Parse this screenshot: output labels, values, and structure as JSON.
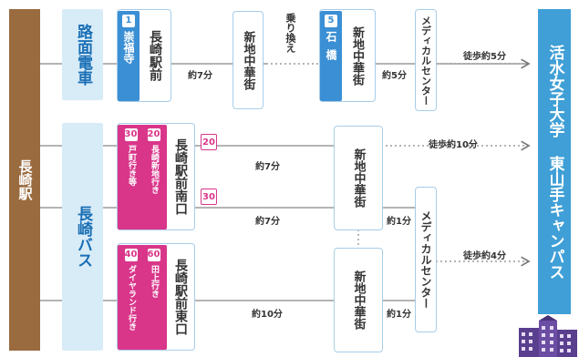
{
  "station": {
    "label": "長崎駅"
  },
  "campus": {
    "label": "活水女子大学 東山手キャンパス"
  },
  "tram": {
    "category": "路面電車",
    "start_number": "1",
    "start_dest": "崇福寺",
    "start_stop": "長崎駅前",
    "time_1": "約7分",
    "transfer": "乗り換え",
    "mid_stop": "新地中華街",
    "transfer_number": "5",
    "transfer_dest": "石橋",
    "transfer_stop": "新地中華街",
    "time_2": "約5分",
    "dest_stop": "メディカルセンター",
    "walk": "徒歩約5分"
  },
  "bus": {
    "category": "長崎バス",
    "stop_south": "長崎駅前南口",
    "south_badge_a": "30",
    "south_badge_a_dest": "戸町行き等",
    "south_badge_b": "20",
    "south_badge_b_dest": "長崎新地行き",
    "route_20": "20",
    "route_30": "30",
    "time_20": "約7分",
    "time_30": "約7分",
    "south_mid": "新地中華街",
    "walk_10": "徒歩約10分",
    "time_med": "約1分",
    "med_stop": "メディカルセンター",
    "walk_4": "徒歩約4分",
    "stop_east": "長崎駅前東口",
    "east_badge_a": "40",
    "east_badge_a_dest": "ダイヤランド行き",
    "east_badge_b": "60",
    "east_badge_b_dest": "田上行き",
    "time_east": "約10分",
    "east_mid": "新地中華街",
    "time_east_med": "約1分"
  },
  "colors": {
    "station": "#9a6b3f",
    "campus": "#3f9fd6",
    "tram_badge": "#3b8fd4",
    "bus_badge": "#d9368a",
    "category_bg": "#d8ecf8",
    "line": "#8a8a8a"
  }
}
